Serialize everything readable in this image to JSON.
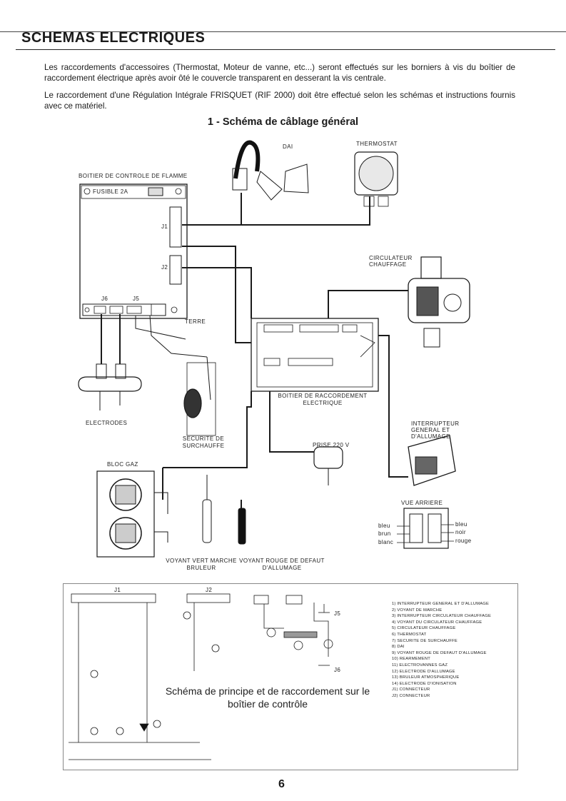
{
  "header": {
    "title": "SCHEMAS ELECTRIQUES"
  },
  "intro": {
    "paragraph1": "Les raccordements d'accessoires (Thermostat, Moteur de vanne, etc...) seront effectués sur les borniers à vis du boîtier de raccordement électrique après avoir ôté le couvercle transparent en desserant la vis centrale.",
    "paragraph2": "Le raccordement d'une Régulation Intégrale FRISQUET (RIF 2000) doit être effectué selon les schémas et instructions fournis avec ce matériel."
  },
  "section": {
    "title": "1 - Schéma de câblage général"
  },
  "diagram": {
    "labels": {
      "dai": "DAI",
      "thermostat": "THERMOSTAT",
      "boitier_controle": "BOITIER DE CONTROLE DE FLAMME",
      "fusible": "FUSIBLE 2A",
      "j1": "J1",
      "j2": "J2",
      "j6": "J6",
      "j5": "J5",
      "circulateur": "CIRCULATEUR CHAUFFAGE",
      "terre": "TERRE",
      "boitier_raccordement": "BOITIER DE RACCORDEMENT ELECTRIQUE",
      "electrodes": "ELECTRODES",
      "securite": "SECURITE DE SURCHAUFFE",
      "interrupteur": "INTERRUPTEUR GENERAL ET D'ALLUMAGE",
      "prise": "PRISE 220 V",
      "bloc_gaz": "BLOC GAZ",
      "vue_arriere": "VUE ARRIERE",
      "wire_bleu_left": "bleu",
      "wire_brun": "brun",
      "wire_blanc": "blanc",
      "wire_bleu_right": "bleu",
      "wire_noir": "noir",
      "wire_rouge": "rouge",
      "voyant_vert": "VOYANT VERT MARCHE BRULEUR",
      "voyant_rouge": "VOYANT ROUGE DE DEFAUT D'ALLUMAGE"
    }
  },
  "inset": {
    "title": "Schéma de principe et de raccordement sur le boîtier de contrôle",
    "j1": "J1",
    "j2": "J2",
    "j5": "J5",
    "j6": "J6",
    "legend": [
      "1) INTERRUPTEUR GENERAL ET D'ALLUMAGE",
      "2) VOYANT DE MARCHE",
      "3) INTERRUPTEUR CIRCULATEUR CHAUFFAGE",
      "4) VOYANT DU CIRCULATEUR CHAUFFAGE",
      "5) CIRCULATEUR CHAUFFAGE",
      "6) THERMOSTAT",
      "7) SECURITE DE SURCHAUFFE",
      "8) DAI",
      "9) VOYANT ROUGE DE DEFAUT D'ALLUMAGE",
      "10) REARMEMENT",
      "11) ELECTROVANNES GAZ",
      "12) ELECTRODE D'ALLUMAGE",
      "13) BRULEUR ATMOSPHERIQUE",
      "14) ELECTRODE D'IONISATION",
      "J1) CONNECTEUR",
      "J2) CONNECTEUR"
    ]
  },
  "footer": {
    "page_number": "6"
  }
}
